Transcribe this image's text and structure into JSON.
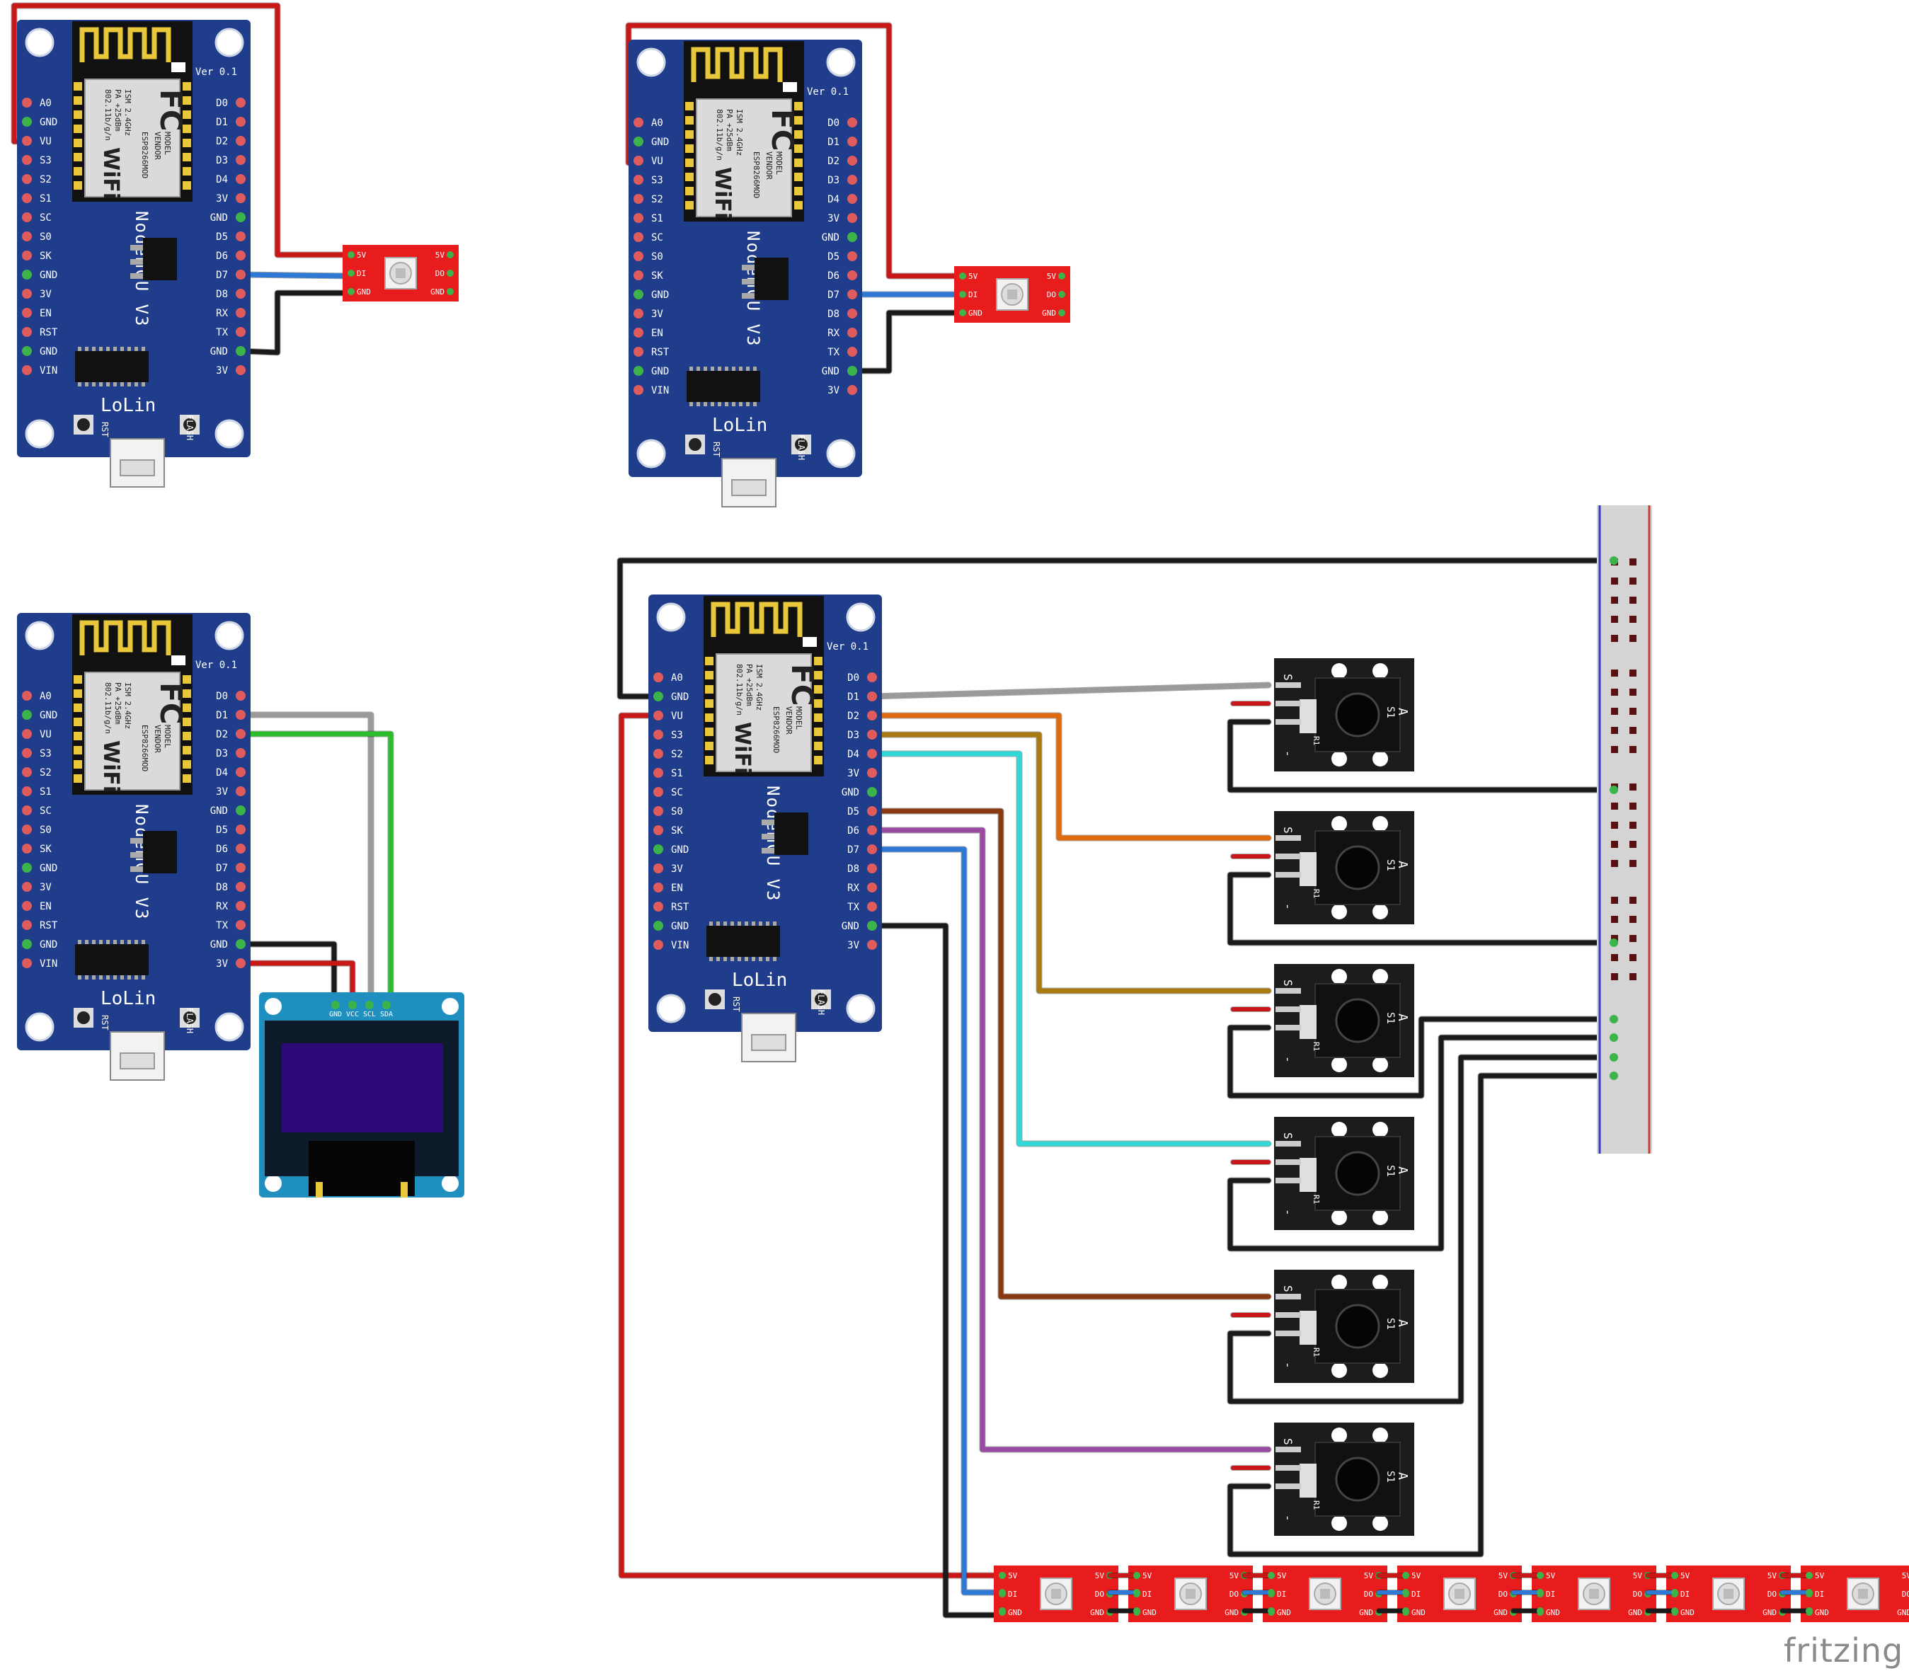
{
  "board": {
    "model_label": "NodeMCU V3",
    "vendor_label": "LoLin",
    "version_label": "Ver 0.1",
    "rst_label": "RST",
    "flash_label": "FLASH",
    "chip_text": [
      "MODEL",
      "VENDOR",
      "ESP8266MOD",
      "ISM 2.4GHz",
      "PA +25dBm",
      "802.11b/g/n"
    ],
    "wifi_label": "WiFi",
    "fc_label": "FC",
    "left_pins": [
      "A0",
      "GND",
      "VU",
      "S3",
      "S2",
      "S1",
      "SC",
      "S0",
      "SK",
      "GND",
      "3V",
      "EN",
      "RST",
      "GND",
      "VIN"
    ],
    "right_pins": [
      "D0",
      "D1",
      "D2",
      "D3",
      "D4",
      "3V",
      "GND",
      "D5",
      "D6",
      "D7",
      "D8",
      "RX",
      "TX",
      "GND",
      "3V"
    ]
  },
  "led_module": {
    "pins_in": [
      "5V",
      "DI",
      "GND"
    ],
    "pins_out": [
      "5V",
      "DO",
      "GND"
    ]
  },
  "oled": {
    "pins": [
      "GND",
      "VCC",
      "SCL",
      "SDA"
    ]
  },
  "button_module": {
    "label_s": "S",
    "label_a": "A",
    "label_s1": "S1",
    "label_minus": "-",
    "label_r1": "R1"
  },
  "brand": "fritzing",
  "colors": {
    "board": "#1f3d8a",
    "wire_red": "#c91616",
    "wire_black": "#1a1a1a",
    "wire_blue": "#2e78d6",
    "wire_gray": "#9a9a9a",
    "wire_green": "#2cbd2c",
    "wire_orange": "#e06a10",
    "wire_olive": "#a87a12",
    "wire_cyan": "#30d8d8",
    "wire_brown": "#8a3a10",
    "wire_purple": "#9a4aa0",
    "led_red": "#e81c1c",
    "oled_body": "#1f8fbf",
    "oled_screen": "#2d0a78"
  }
}
